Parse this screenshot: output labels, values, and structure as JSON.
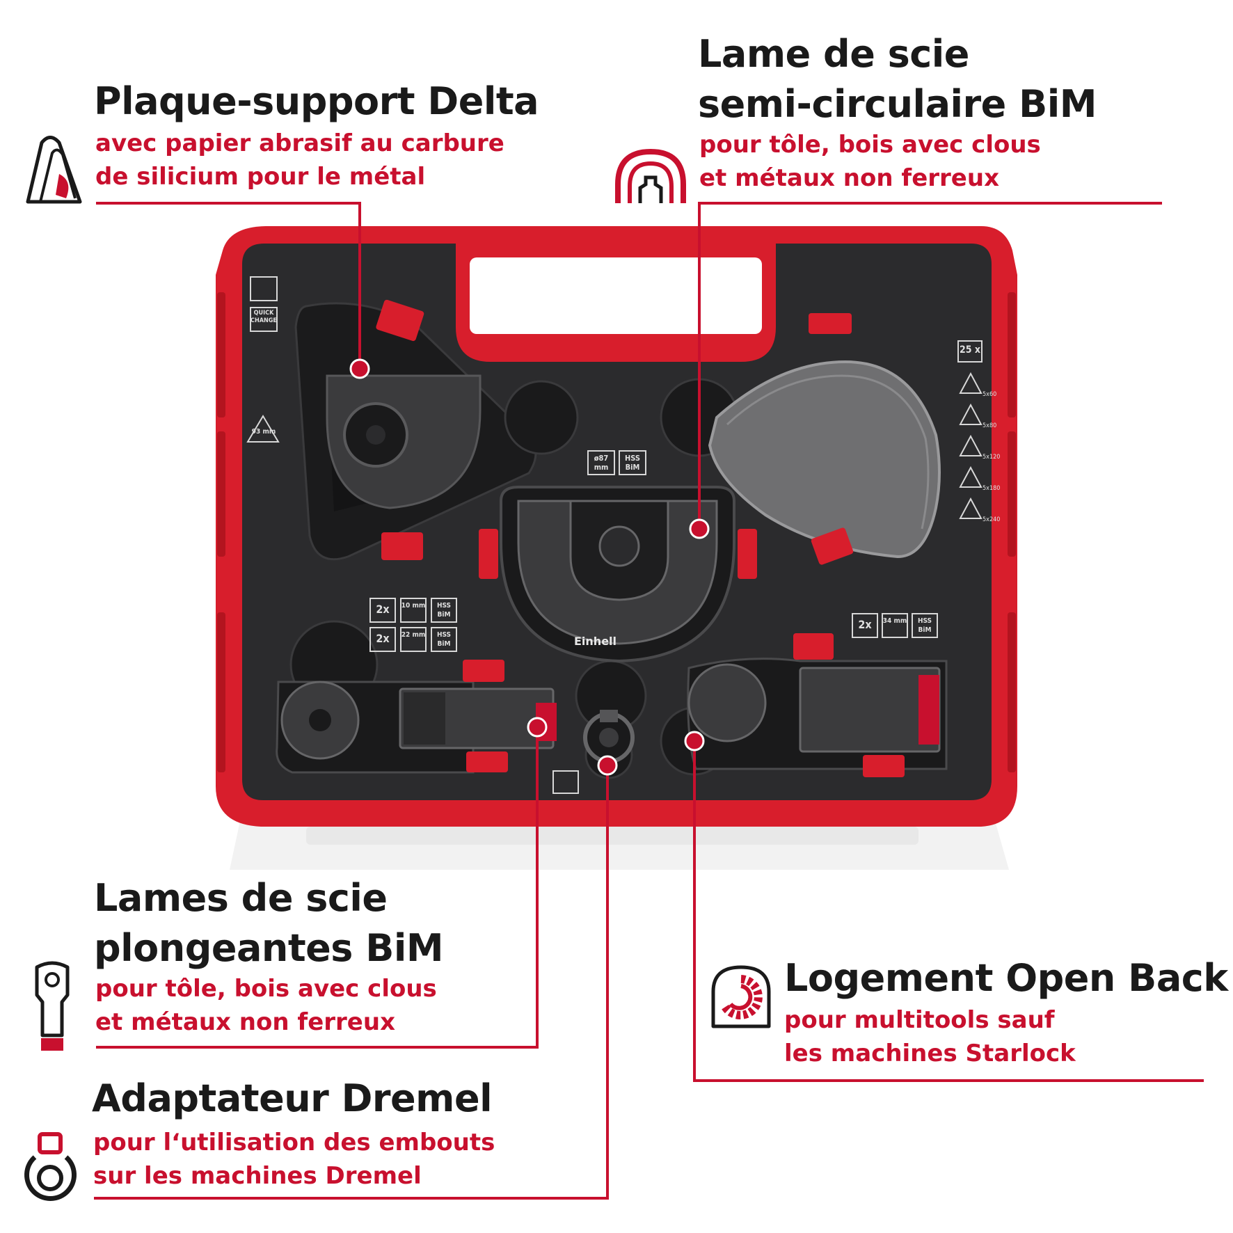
{
  "colors": {
    "accent": "#c8102e",
    "case_red": "#d81e2c",
    "foam": "#2b2b2d",
    "text": "#1a1a1a"
  },
  "callouts": {
    "delta": {
      "title": "Plaque-support Delta",
      "line1": "avec papier abrasif au carbure",
      "line2": "de silicium pour le métal",
      "icon": "sanding-pad-icon"
    },
    "semi": {
      "title1": "Lame de scie",
      "title2": "semi-circulaire BiM",
      "line1": "pour tôle, bois avec clous",
      "line2": "et métaux non ferreux",
      "icon": "semicircular-blade-icon"
    },
    "plunge": {
      "title1": "Lames de scie",
      "title2": "plongeantes BiM",
      "line1": "pour tôle, bois avec clous",
      "line2": "et métaux non ferreux",
      "icon": "plunge-blade-icon"
    },
    "openback": {
      "title": "Logement Open Back",
      "line1": "pour multitools sauf",
      "line2": "les machines Starlock",
      "icon": "open-back-icon"
    },
    "dremel": {
      "title": "Adaptateur Dremel",
      "line1": "pour l‘utilisation des embouts",
      "line2": "sur les machines Dremel",
      "icon": "dremel-adapter-icon"
    }
  },
  "case_labels": {
    "quick_change": "QUICK CHANGE",
    "delta_size": "93 mm",
    "semi_diameter": "ø87 mm",
    "semi_material": "HSS BiM",
    "sandpaper_count": "25 x",
    "grits": [
      "5x60",
      "5x80",
      "5x120",
      "5x180",
      "5x240"
    ],
    "plunge_left_rows": [
      {
        "qty": "2x",
        "width": "10 mm",
        "material": "HSS BiM"
      },
      {
        "qty": "2x",
        "width": "22 mm",
        "material": "HSS BiM"
      }
    ],
    "plunge_right_row": {
      "qty": "2x",
      "width": "34 mm",
      "material": "HSS BiM"
    },
    "brand": "Einhell"
  }
}
